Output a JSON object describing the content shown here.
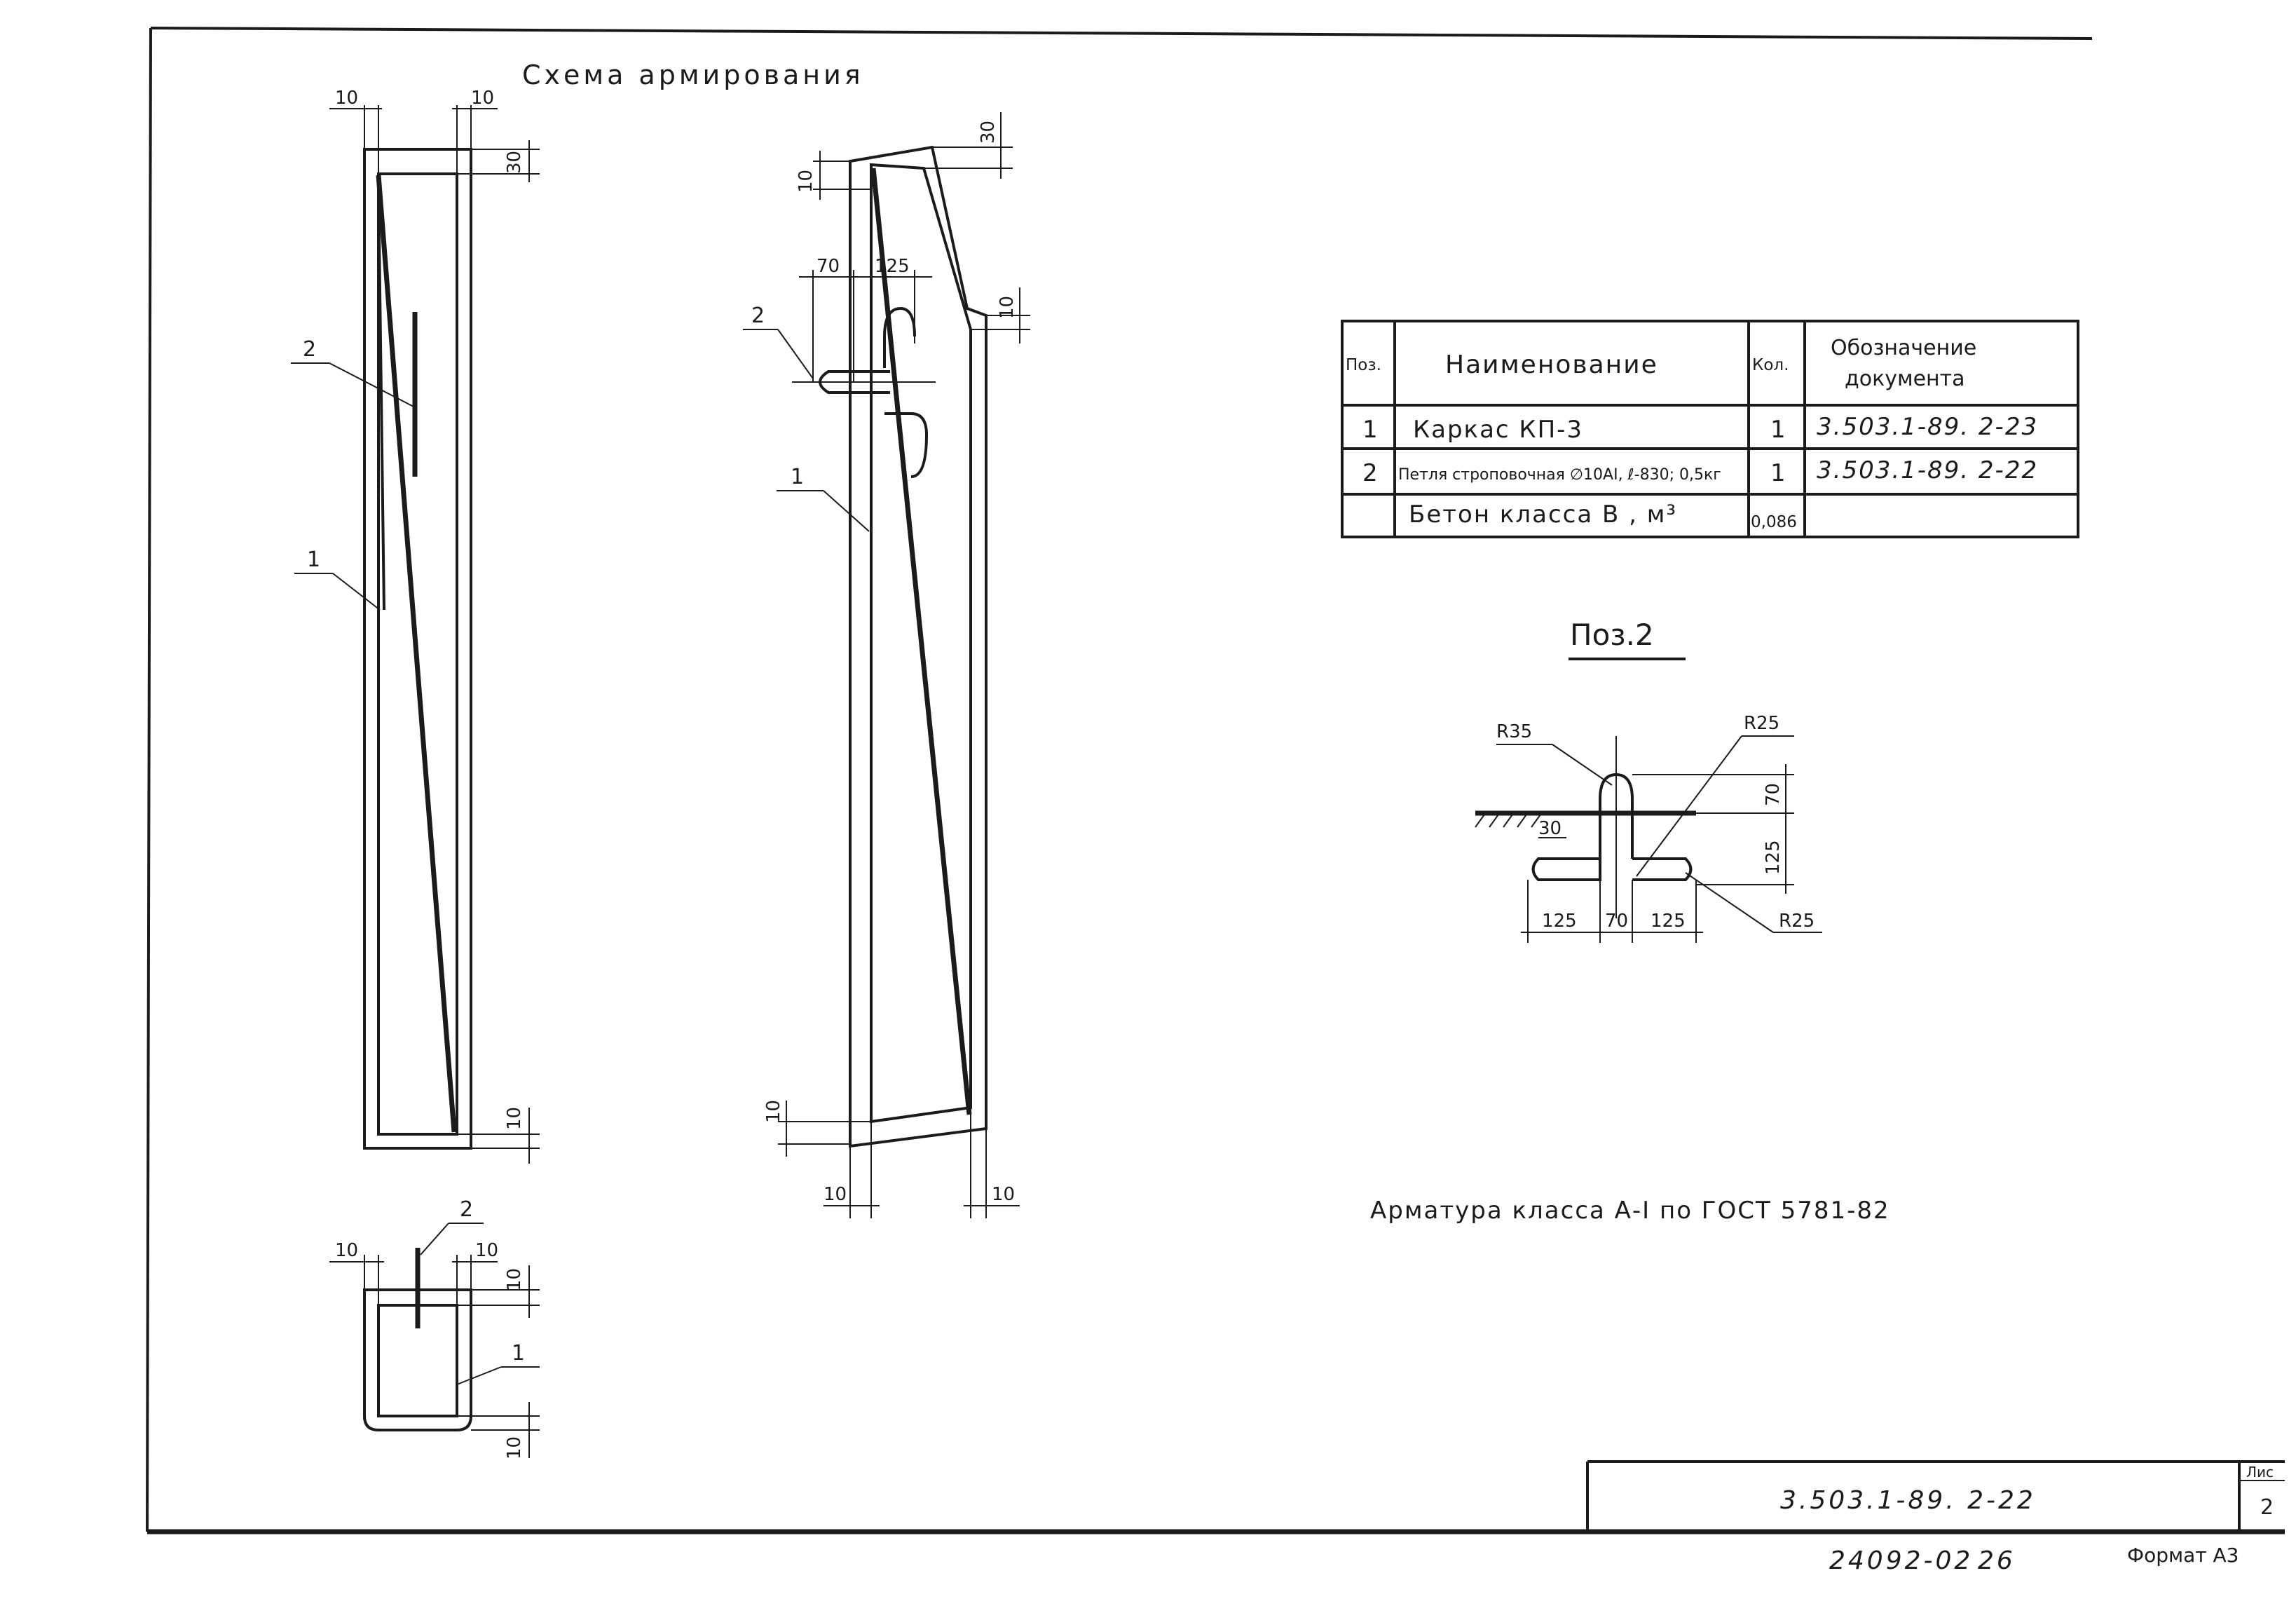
{
  "drawing": {
    "title": "Схема армирования",
    "note": "Арматура класса А-I по ГОСТ 5781-82",
    "detail_title": "Поз.2"
  },
  "dims": {
    "d10": "10",
    "d30": "30",
    "d70": "70",
    "d125": "125",
    "r35": "R35",
    "r25": "R25"
  },
  "callouts": {
    "p1": "1",
    "p2": "2"
  },
  "spec_table": {
    "headers": {
      "pos": "Поз.",
      "name": "Наименование",
      "qty": "Кол.",
      "doc_line1": "Обозначение",
      "doc_line2": "документа"
    },
    "rows": [
      {
        "pos": "1",
        "name": "Каркас КП-3",
        "qty": "1",
        "doc": "3.503.1-89. 2-23"
      },
      {
        "pos": "2",
        "name": "Петля строповочная ∅10АI, ℓ-830; 0,5кг",
        "qty": "1",
        "doc": "3.503.1-89. 2-22"
      },
      {
        "pos": "",
        "name": "Бетон класса В , м³",
        "qty": "0,086",
        "doc": ""
      }
    ]
  },
  "title_block": {
    "doc_code": "3.503.1-89. 2-22",
    "sheet_label": "Лис",
    "sheet_no": "2",
    "archive_no": "24092-02",
    "page": "26",
    "format": "Формат А3"
  }
}
